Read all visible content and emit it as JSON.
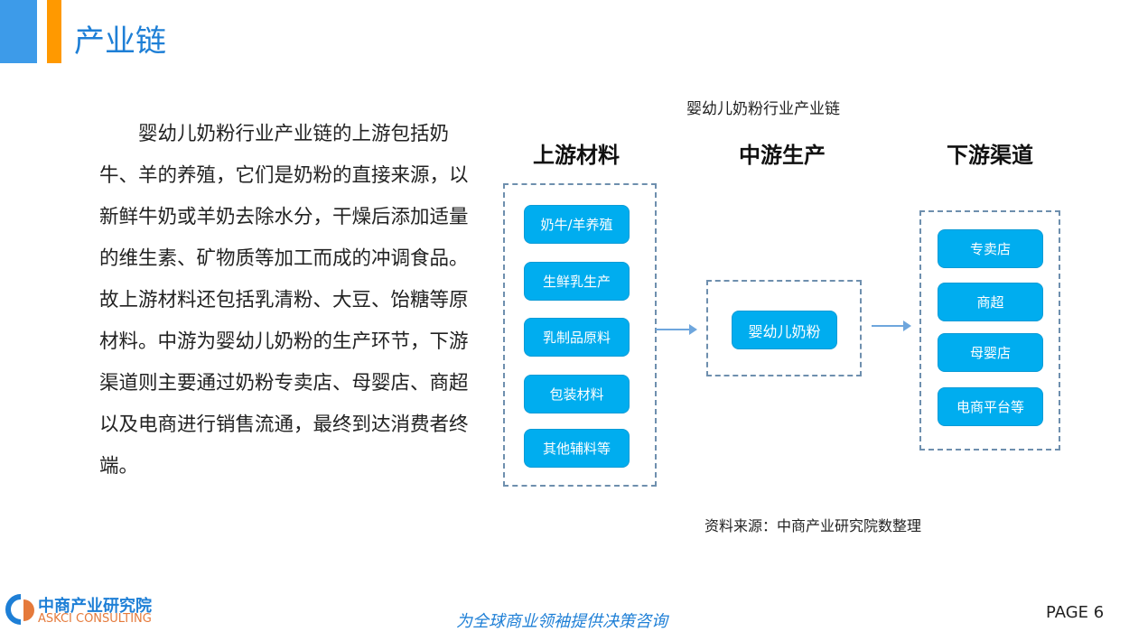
{
  "header": {
    "title": "产业链"
  },
  "body_text": "婴幼儿奶粉行业产业链的上游包括奶牛、羊的养殖，它们是奶粉的直接来源，以新鲜牛奶或羊奶去除水分，干燥后添加适量的维生素、矿物质等加工而成的冲调食品。故上游材料还包括乳清粉、大豆、饴糖等原材料。中游为婴幼儿奶粉的生产环节，下游渠道则主要通过奶粉专卖店、母婴店、商超以及电商进行销售流通，最终到达消费者终端。",
  "diagram": {
    "title": "婴幼儿奶粉行业产业链",
    "columns": [
      "上游材料",
      "中游生产",
      "下游渠道"
    ],
    "upstream": [
      "奶牛/羊养殖",
      "生鲜乳生产",
      "乳制品原料",
      "包装材料",
      "其他辅料等"
    ],
    "midstream": [
      "婴幼儿奶粉"
    ],
    "downstream": [
      "专卖店",
      "商超",
      "母婴店",
      "电商平台等"
    ],
    "source": "资料来源：中商产业研究院数整理"
  },
  "footer": {
    "logo_cn": "中商产业研究院",
    "logo_en": "ASKCI CONSULTING",
    "slogan": "为全球商业领袖提供决策咨询",
    "page": "PAGE  6"
  }
}
